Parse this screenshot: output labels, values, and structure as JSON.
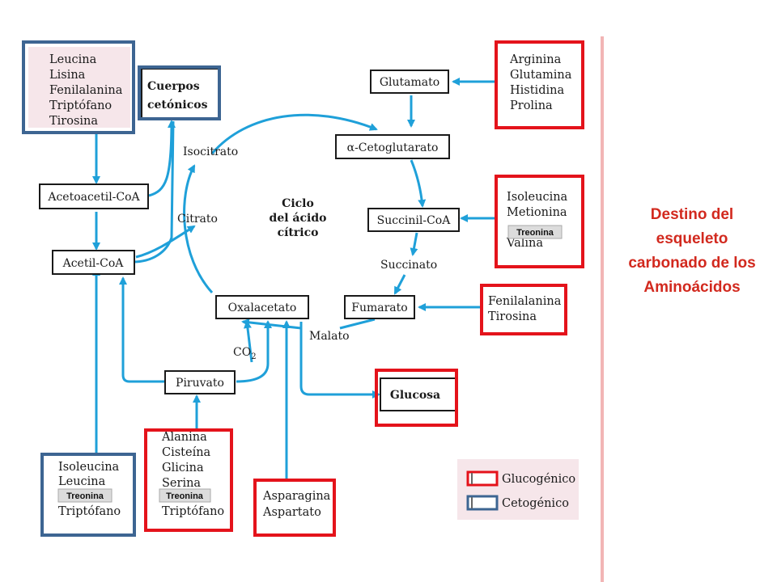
{
  "title": [
    "Destino del",
    "esqueleto",
    "carbonado de los",
    "Aminoácidos"
  ],
  "cycle_label": [
    "Ciclo",
    "del ácido",
    "cítrico"
  ],
  "nodes": {
    "glutamato": "Glutamato",
    "cetoglutarato": "α-Cetoglutarato",
    "succinil_coa": "Succinil-CoA",
    "fumarato": "Fumarato",
    "oxalacetato": "Oxalacetato",
    "piruvato": "Piruvato",
    "acetoacetil_coa": "Acetoacetil-CoA",
    "acetil_coa": "Acetil-CoA",
    "glucosa": "Glucosa",
    "cuerpos_cetonicos": [
      "Cuerpos",
      "cetónicos"
    ]
  },
  "intermediates": {
    "isocitrato": "Isocitrato",
    "citrato": "Citrato",
    "succinato": "Succinato",
    "malato": "Malato",
    "co2": "CO",
    "co2_sub": "2"
  },
  "amino_groups": {
    "ketogenic_top": [
      "Leucina",
      "Lisina",
      "Fenilalanina",
      "Triptófano",
      "Tirosina"
    ],
    "arginina_group": [
      "Arginina",
      "Glutamina",
      "Histidina",
      "Prolina"
    ],
    "isoleucina_group": [
      "Isoleucina",
      "Metionina"
    ],
    "isoleucina_group_hidden": "Valina",
    "fenilalanina_group": [
      "Fenilalanina",
      "Tirosina"
    ],
    "alanina_group": [
      "Alanina",
      "Cisteína",
      "Glicina",
      "Serina"
    ],
    "alanina_group_hidden": "Triptófano",
    "asparagina_group": [
      "Asparagina",
      "Aspartato"
    ],
    "isoleucina_bottom": [
      "Isoleucina",
      "Leucina"
    ],
    "isoleucina_bottom_hidden": "Triptófano"
  },
  "treonina_labels": [
    "Treonina",
    "Treonina",
    "Treonina"
  ],
  "legend": {
    "glucogenic": "Glucogénico",
    "ketogenic": "Cetogénico"
  },
  "colors": {
    "glucogenic_frame": "#e4131b",
    "ketogenic_frame": "#3d6592",
    "arrow": "#1fa0d9",
    "title": "#d2291e"
  }
}
